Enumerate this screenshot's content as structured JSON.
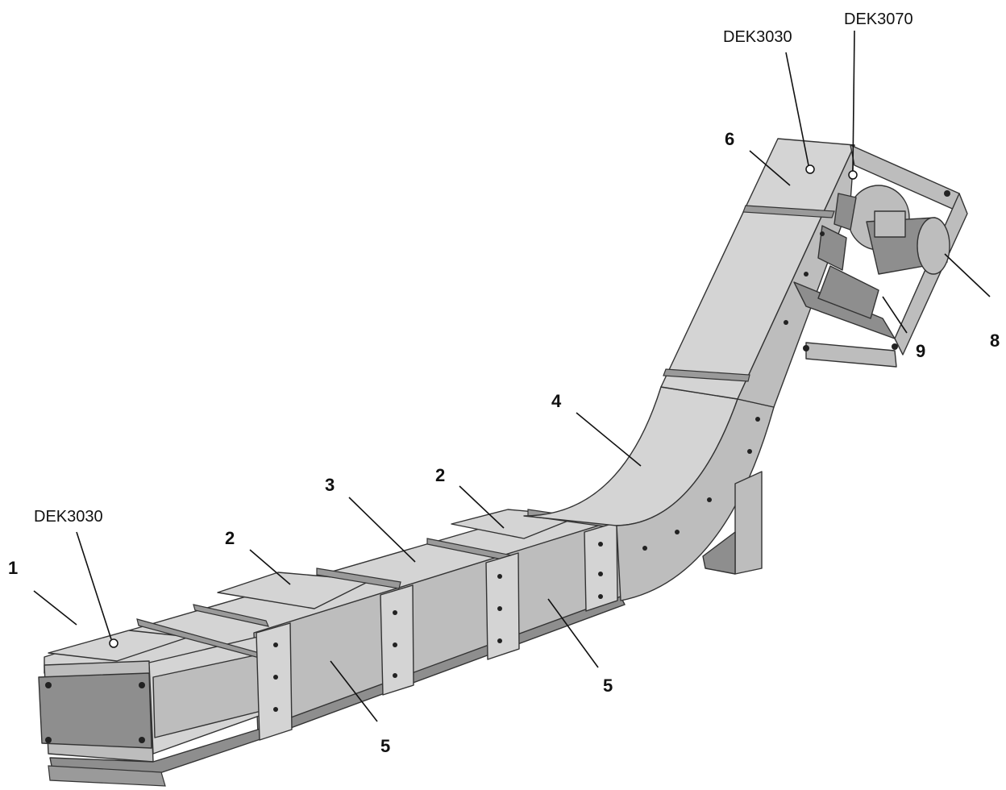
{
  "callouts": [
    {
      "id": "1",
      "text": "1"
    },
    {
      "id": "2a",
      "text": "2"
    },
    {
      "id": "2b",
      "text": "2"
    },
    {
      "id": "3",
      "text": "3"
    },
    {
      "id": "4",
      "text": "4"
    },
    {
      "id": "5a",
      "text": "5"
    },
    {
      "id": "5b",
      "text": "5"
    },
    {
      "id": "6",
      "text": "6"
    },
    {
      "id": "8",
      "text": "8"
    },
    {
      "id": "9",
      "text": "9"
    }
  ],
  "codes": [
    {
      "id": "dek3030-left",
      "text": "DEK3030"
    },
    {
      "id": "dek3030-right",
      "text": "DEK3030"
    },
    {
      "id": "dek3070",
      "text": "DEK3070"
    }
  ],
  "colors": {
    "body_light": "#d4d4d4",
    "body_side": "#bdbdbd",
    "body_dark": "#8e8e8e",
    "line": "#333333"
  }
}
